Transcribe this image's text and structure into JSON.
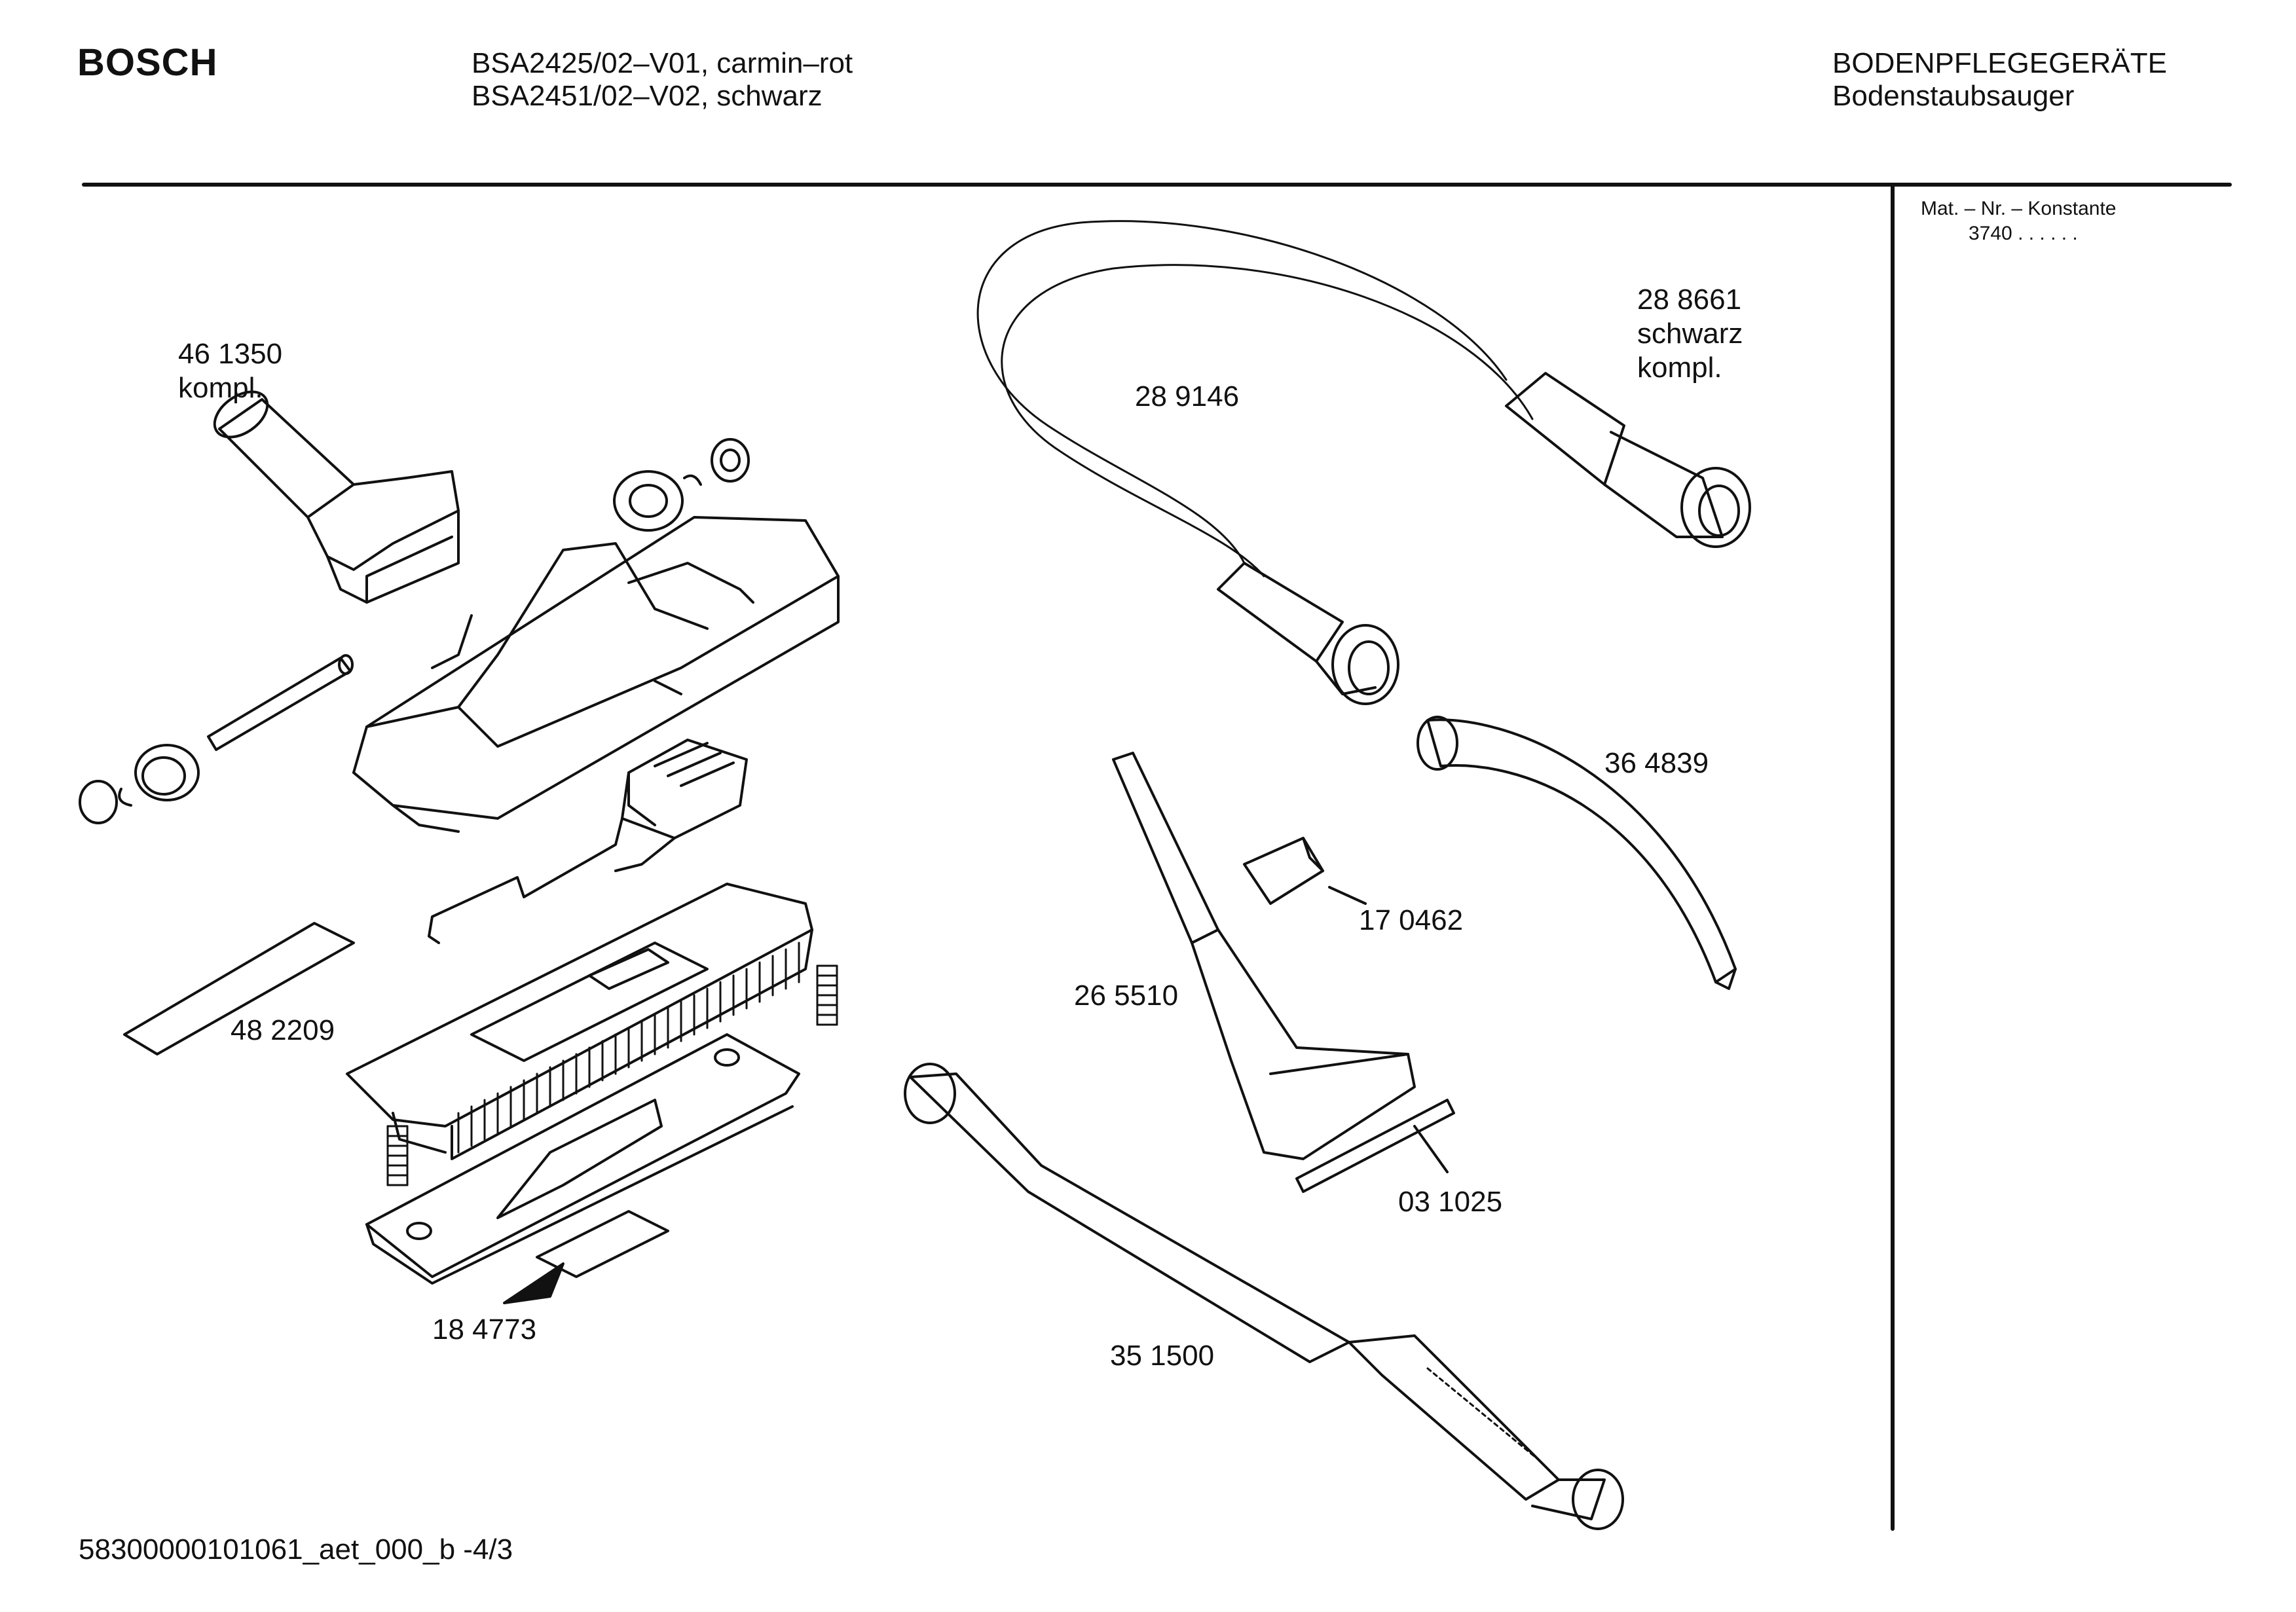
{
  "header": {
    "brand": "BOSCH",
    "models": [
      "BSA2425/02–V01, carmin–rot",
      "BSA2451/02–V02, schwarz"
    ],
    "category": [
      "BODENPFLEGEGERÄTE",
      "Bodenstaubsauger"
    ]
  },
  "sidebar": {
    "mat_label": "Mat. – Nr. – Konstante",
    "mat_value": "3740  .   .     .   .   .   ."
  },
  "parts": {
    "floor_nozzle_kit": [
      "46 1350",
      "kompl."
    ],
    "hose": "28 9146",
    "hose_kit": [
      "28 8661",
      "schwarz",
      "kompl."
    ],
    "handle_tube": "36 4839",
    "clip": "17 0462",
    "crevice_nozzle": "26 5510",
    "strip_small": "03 1025",
    "label_strip": "48 2209",
    "arrow_label": "18 4773",
    "telescopic_tube": "35 1500"
  },
  "footer": {
    "drawing_code": "58300000101061_aet_000_b  -4/3"
  }
}
